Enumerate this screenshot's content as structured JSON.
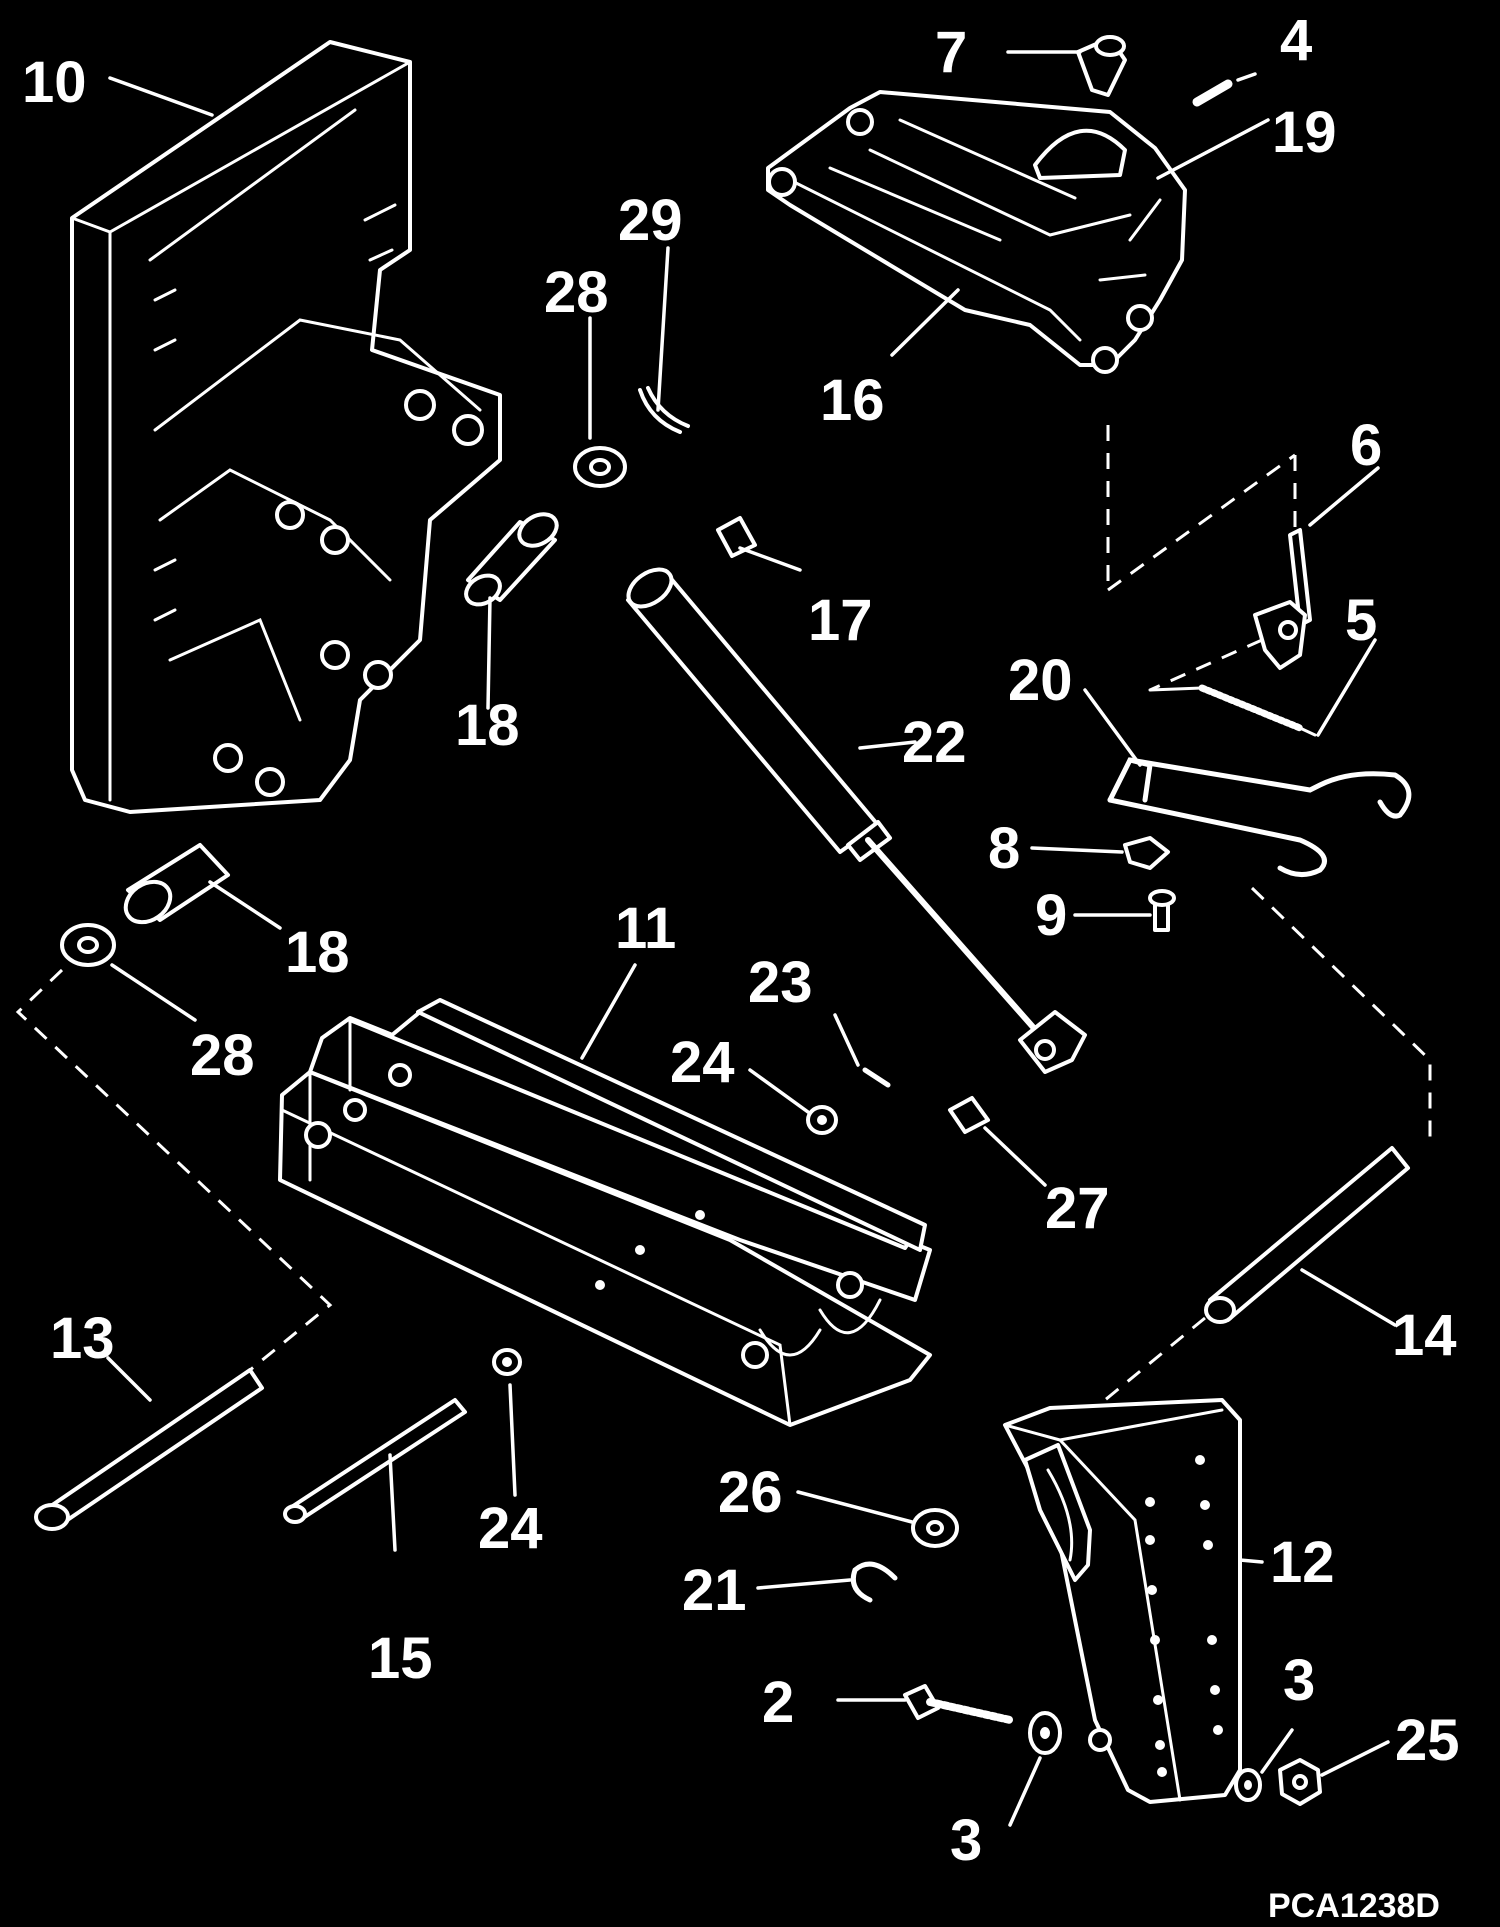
{
  "diagram": {
    "labels": {
      "n2": "2",
      "n3a": "3",
      "n3b": "3",
      "n4": "4",
      "n5": "5",
      "n6": "6",
      "n7": "7",
      "n8": "8",
      "n9": "9",
      "n10": "10",
      "n11": "11",
      "n12": "12",
      "n13": "13",
      "n14": "14",
      "n15": "15",
      "n16": "16",
      "n17": "17",
      "n18a": "18",
      "n18b": "18",
      "n19": "19",
      "n20": "20",
      "n21": "21",
      "n22": "22",
      "n23": "23",
      "n24a": "24",
      "n24b": "24",
      "n25": "25",
      "n26": "26",
      "n27": "27",
      "n28a": "28",
      "n28b": "28",
      "n29": "29"
    },
    "figure_code": "PCA1238D"
  }
}
